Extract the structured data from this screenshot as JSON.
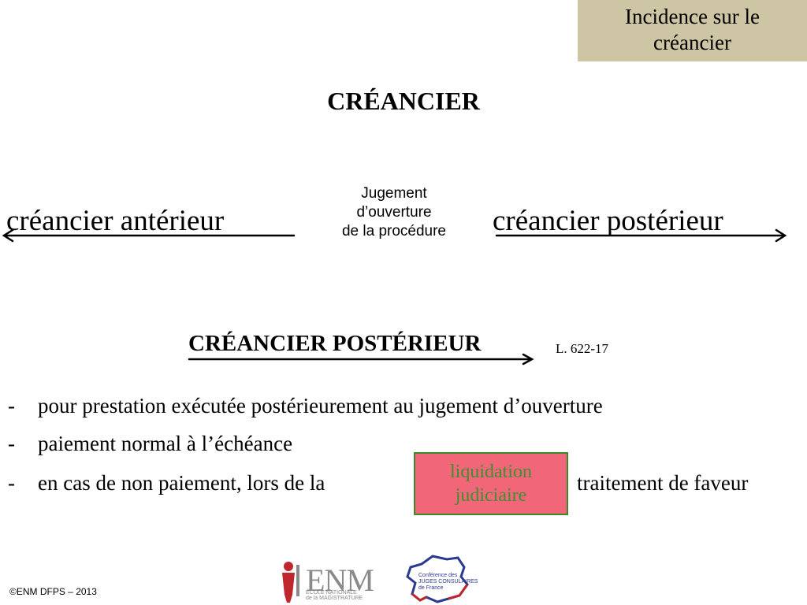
{
  "header": {
    "tag_line1": "Incidence sur le",
    "tag_line2": "créancier"
  },
  "slide": {
    "title": "CRÉANCIER",
    "left_label": "créancier antérieur",
    "right_label": "créancier postérieur",
    "center_line1": "Jugement",
    "center_line2": "d’ouverture",
    "center_line3": "de la procédure",
    "subtitle": "CRÉANCIER POSTÉRIEUR",
    "reference": "L. 622-17",
    "bullets": [
      "pour prestation exécutée postérieurement au jugement d’ouverture",
      "paiement normal à l’échéance",
      "en cas de non paiement, lors de la"
    ],
    "bullet_dash": "-",
    "box_line1": "liquidation",
    "box_line2": "judiciaire",
    "after_box": "traitement de faveur"
  },
  "footer": {
    "copyright": "©ENM DFPS – 2013",
    "enm_logo_text": "ENM",
    "enm_sub1": "ÉCOLE NATIONALE",
    "enm_sub2": "de la MAGISTRATURE",
    "conf_line1": "Conférence des",
    "conf_line2": "JUGES CONSULAIRES",
    "conf_line3": "de France"
  },
  "colors": {
    "tag_bg": "#cdc5a3",
    "box_bg": "#f2667a",
    "box_border": "#3a8a2b",
    "box_text": "#3f8f2e"
  }
}
